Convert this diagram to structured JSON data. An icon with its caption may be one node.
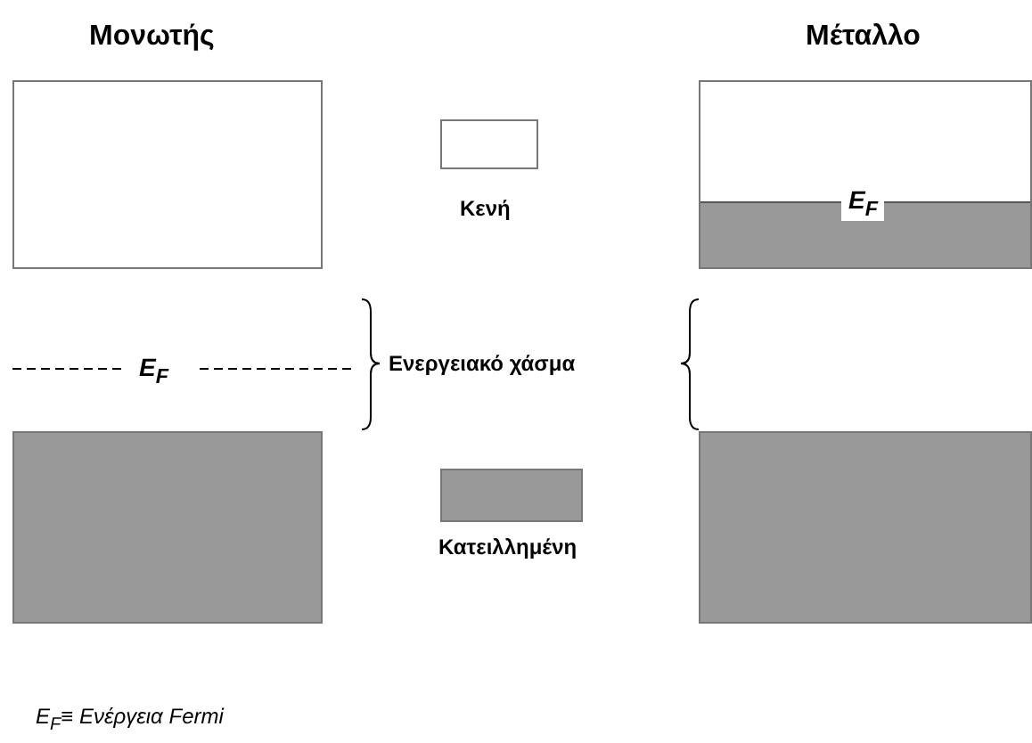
{
  "diagram": {
    "nodes": [
      {
        "text": [],
        "shape": "box",
        "beside": [
          "Μονωτής"
        ]
      },
      {
        "text": [],
        "shape": "box",
        "beside": [
          "Μέταλλο"
        ]
      },
      {
        "text": [],
        "shape": "box"
      },
      {
        "text": [],
        "shape": "box"
      }
    ],
    "edges": [],
    "labels": [
      "E$_{F}$",
      "E$_{F}$",
      "Ενεργειακό χάσμα",
      "E$_{F}$≡ Ενέργεια Fermi"
    ],
    "legend": [
      {
        "text": "Κενή",
        "color": "#ffffff"
      },
      {
        "text": "Κατειλλημένη",
        "color": "#999999"
      }
    ]
  }
}
